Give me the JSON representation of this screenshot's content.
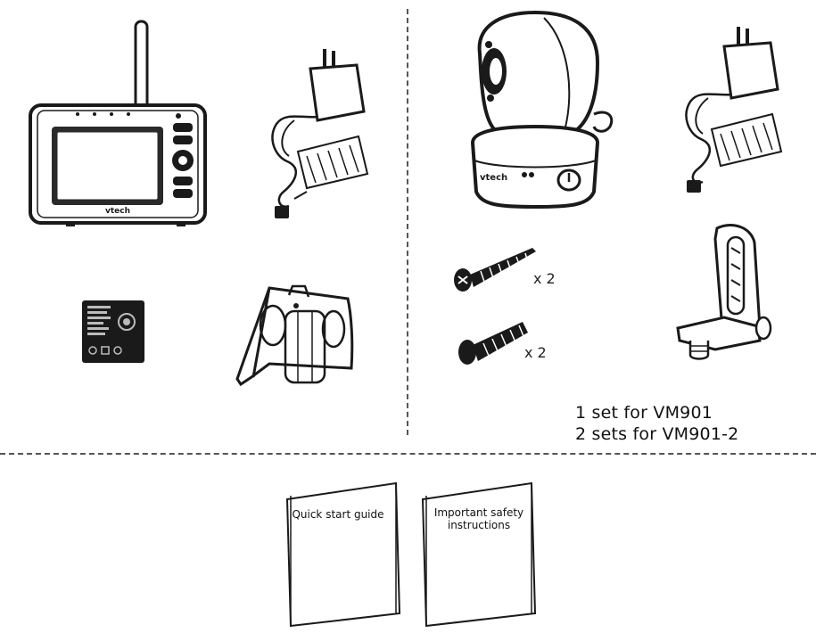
{
  "contents": {
    "monitor": {
      "brand": "vtech"
    },
    "camera": {
      "brand": "vtech"
    },
    "screws": {
      "quantity": "x 2"
    },
    "anchors": {
      "quantity": "x 2"
    },
    "mounting_note": {
      "line1": "1 set for VM901",
      "line2": "2 sets for VM901-2"
    },
    "booklets": [
      {
        "title": "Quick start  guide"
      },
      {
        "title": "Important safety instructions"
      }
    ]
  },
  "colors": {
    "line": "#1a1a1a",
    "screen": "#2a2a2a",
    "dash": "#555555"
  }
}
